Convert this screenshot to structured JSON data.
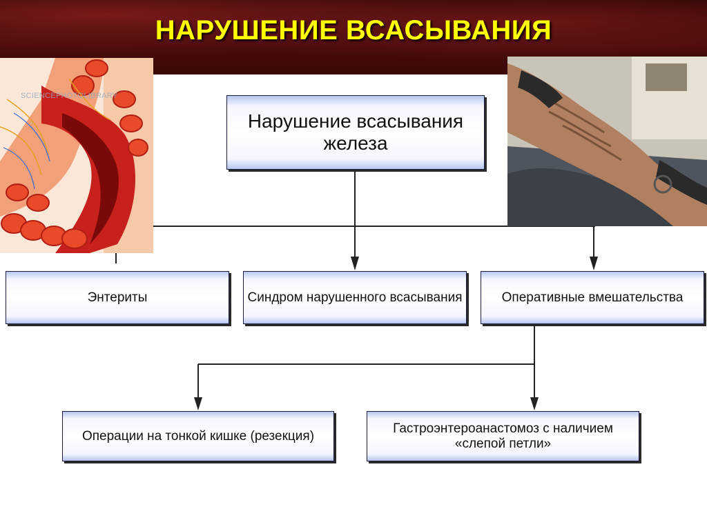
{
  "slide": {
    "title": "НАРУШЕНИЕ ВСАСЫВАНИЯ",
    "watermark": "SCIENCEPHOTOLIBRARY"
  },
  "diagram": {
    "root": "Нарушение всасывания железа",
    "causes": [
      "Энтериты",
      "Синдром нарушенного всасывания",
      "Оперативные вмешательства"
    ],
    "operations": [
      "Операции на тонкой кишке (резекция)",
      "Гастроэнтероанастомоз с наличием «слепой петли»"
    ]
  },
  "colors": {
    "title": "#ffff00",
    "banner": "#4a0c0c",
    "box_gradient_edge": "#b8c6ee",
    "line": "#222222"
  }
}
